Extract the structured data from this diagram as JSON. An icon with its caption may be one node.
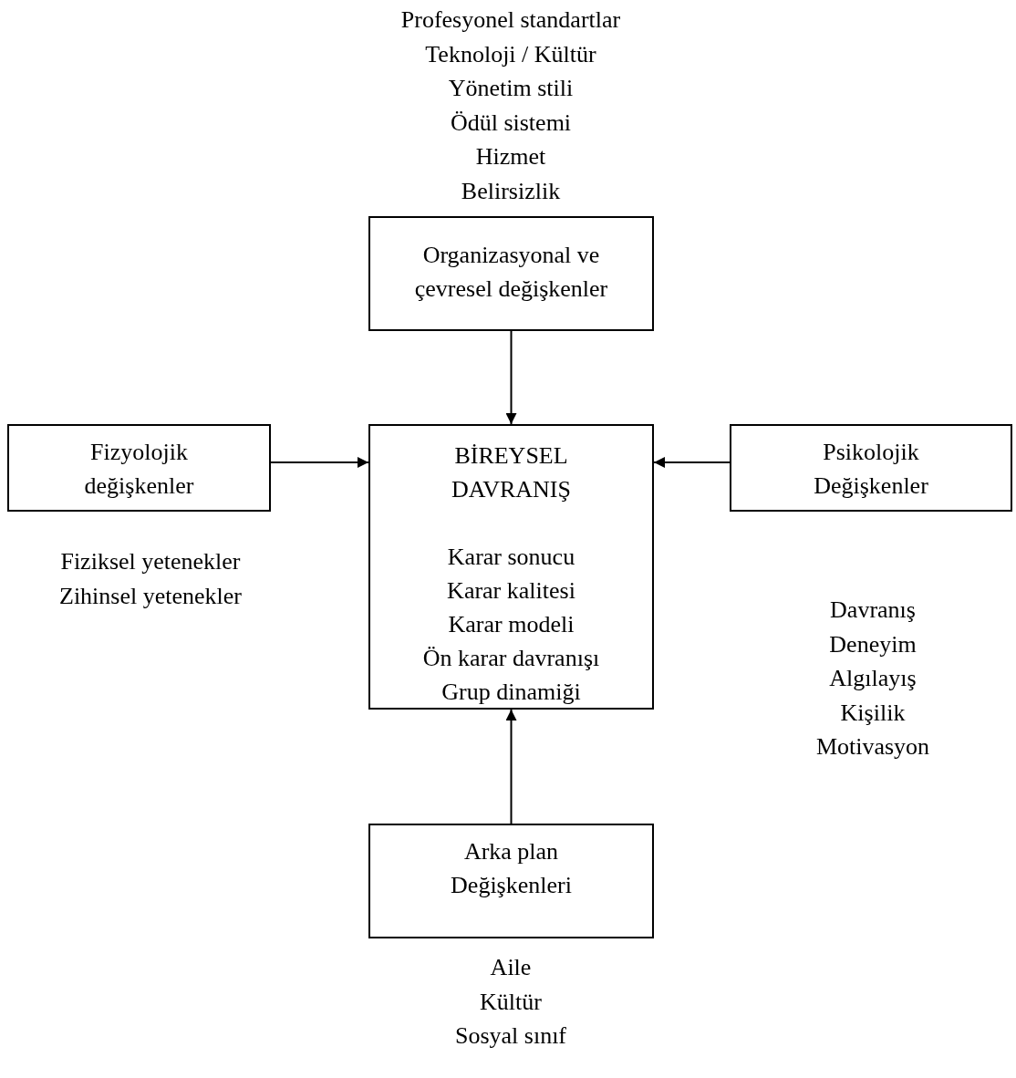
{
  "diagram": {
    "nodes": [
      {
        "text": [
          "Organizasyonal ve çevresel değişkenler"
        ],
        "beside": [
          "Profesyonel standartlar",
          "Teknoloji / Kültür",
          "Yönetim stili",
          "Ödül sistemi",
          "Hizmet",
          "Belirsizlik"
        ]
      },
      {
        "text": [
          "Fizyolojik değişkenler"
        ],
        "beside": [
          "Fiziksel yetenekler",
          "Zihinsel yetenekler"
        ]
      },
      {
        "text": [
          "BİREYSEL DAVRANIŞ",
          "Karar sonucu",
          "Karar kalitesi",
          "Karar modeli",
          "Ön karar davranışı",
          "Grup dinamiği"
        ]
      },
      {
        "text": [
          "Psikolojik Değişkenler"
        ],
        "beside": [
          "Davranış",
          "Deneyim",
          "Algılayış",
          "Kişilik",
          "Motivasyon"
        ]
      },
      {
        "text": [
          "Arka plan Değişkenleri"
        ],
        "beside": [
          "Aile",
          "Kültür",
          "Sosyal sınıf"
        ]
      }
    ],
    "edges": [
      {
        "from": 0,
        "to": 2,
        "arrow": "to"
      },
      {
        "from": 1,
        "to": 2,
        "arrow": "to"
      },
      {
        "from": 3,
        "to": 2,
        "arrow": "to"
      },
      {
        "from": 4,
        "to": 2,
        "arrow": "to"
      }
    ]
  }
}
